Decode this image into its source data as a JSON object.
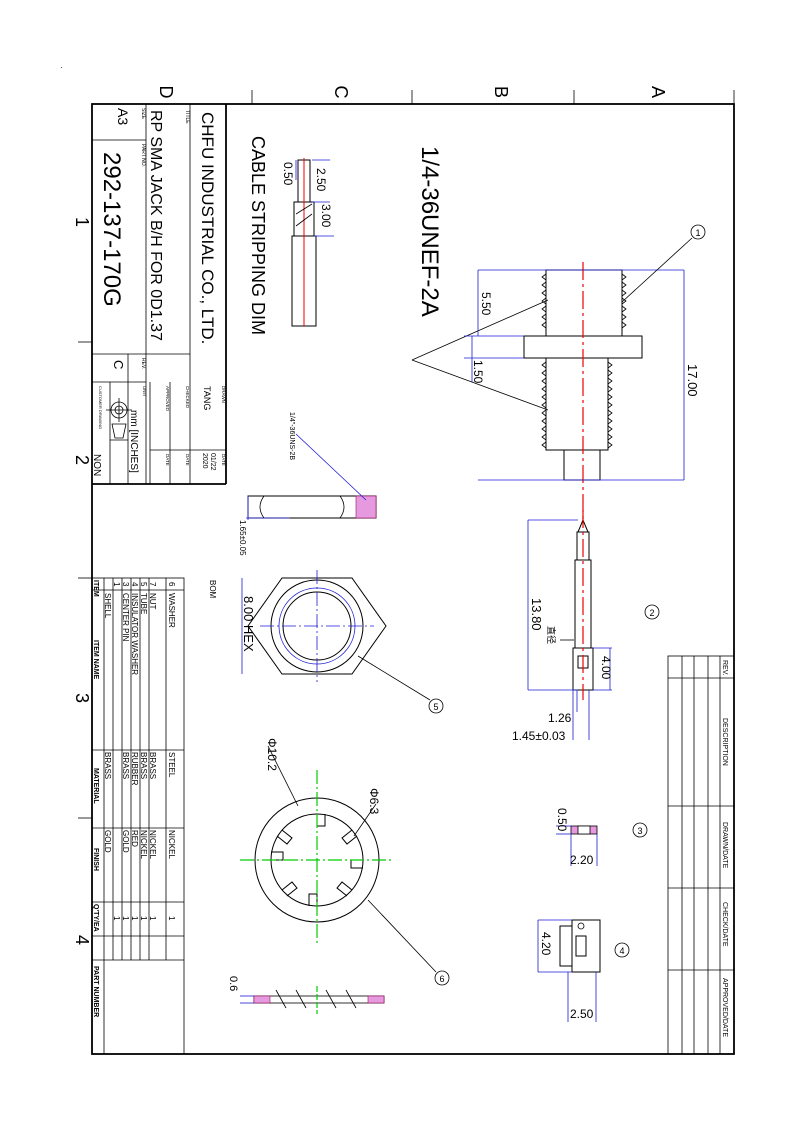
{
  "zones": {
    "rows": [
      "A",
      "B",
      "C",
      "D"
    ],
    "cols": [
      "1",
      "2",
      "3",
      "4"
    ]
  },
  "title_block": {
    "company": "CHFU INDUSTRIAL CO., LTD.",
    "title_label": "TITLE",
    "title": "RP SMA JACK B/H FOR 0D1.37",
    "size_label": "SIZE",
    "size": "A3",
    "part_no_label": "PART NO.",
    "part_no": "292-137-170G",
    "rev_label": "REV.",
    "rev": "C",
    "drawn_label": "DRAWN",
    "drawn": "TANG",
    "date_label": "DATE",
    "drawn_date": "01/22",
    "drawn_year": "2020",
    "checked_label": "CHECKED",
    "approved_label": "APPROVED",
    "unit_label": "UNIT",
    "unit": "mm [INCHES]",
    "customer_label": "CUSTOMER DRAWING",
    "customer": "NON"
  },
  "revision_table": {
    "headers": [
      "REV.",
      "DESCRIPTION",
      "DRAWN/DATE",
      "CHECK/DATE",
      "APPROVED/DATE"
    ]
  },
  "bom": {
    "label": "BOM",
    "headers": [
      "ITEM",
      "ITEM NAME",
      "MATERIAL",
      "FINISH",
      "Q'TY/EA",
      "PART NUMBER"
    ],
    "rows": [
      {
        "item": "6",
        "name": "WASHER",
        "material": "STEEL",
        "finish": "NICKEL",
        "qty": "1"
      },
      {
        "item": "7",
        "name": "NUT",
        "material": "BRASS",
        "finish": "NICKEL",
        "qty": "1"
      },
      {
        "item": "5",
        "name": "TUBE",
        "material": "BRASS",
        "finish": "NICKEL",
        "qty": "1"
      },
      {
        "item": "4",
        "name": "INSULATOR WASHER",
        "material": "RUBBER",
        "finish": "RED",
        "qty": "1"
      },
      {
        "item": "3",
        "name": "CENTER PIN",
        "material": "BRASS",
        "finish": "GOLD",
        "qty": "1"
      },
      {
        "item": "1",
        "name": "SHELL",
        "material": "BRASS",
        "finish": "GOLD",
        "qty": "1"
      }
    ]
  },
  "annotations": {
    "thread": "1/4-36UNEF-2A",
    "stripping": "CABLE STRIPPING DIM",
    "nut_thread": "1/4\"-36UNS-2B",
    "pin_note": "直径"
  },
  "dimensions": {
    "strip_a": "2.50",
    "strip_b": "0.50",
    "strip_c": "3.00",
    "shell_a": "5.50",
    "shell_b": "1.50",
    "shell_len": "17.00",
    "pin_len": "13.80",
    "pin_tip": "4.00",
    "pin_d1": "1.26",
    "pin_d2": "1.45±0.03",
    "ins_t": "0.50",
    "ins_d": "2.20",
    "tube_h": "4.20",
    "tube_d": "2.50",
    "nut_t": "1.65±0.05",
    "nut_hex": "8.00 HEX",
    "washer_od": "Φ10.2",
    "washer_id": "Φ6.3",
    "washer_t": "0.6"
  },
  "balloons": [
    "1",
    "2",
    "3",
    "4",
    "5",
    "6"
  ]
}
